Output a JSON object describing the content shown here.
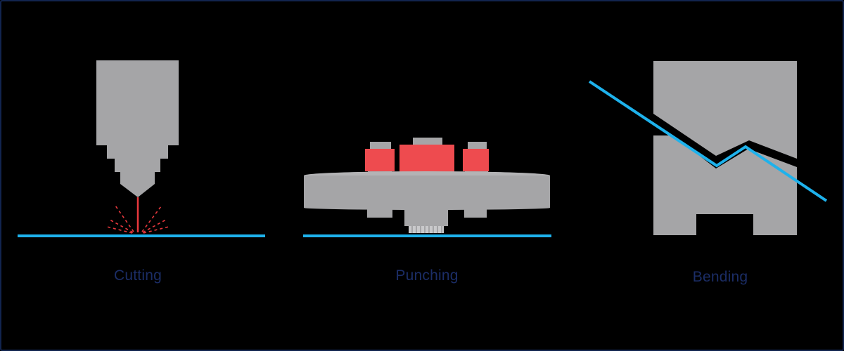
{
  "panels": {
    "cutting": {
      "label": "Cutting"
    },
    "punching": {
      "label": "Punching"
    },
    "bending": {
      "label": "Bending"
    }
  },
  "colors": {
    "background": "#000000",
    "machine": "#a5a5a7",
    "machine_dark": "#8f8f92",
    "sheet": "#1eb2ec",
    "laser": "#e8383d",
    "tool_red": "#ee4b4f",
    "label": "#1b2d66",
    "frame": "#12244f"
  },
  "icons": [
    "laser-cutter-icon",
    "punch-turret-icon",
    "press-brake-icon"
  ]
}
